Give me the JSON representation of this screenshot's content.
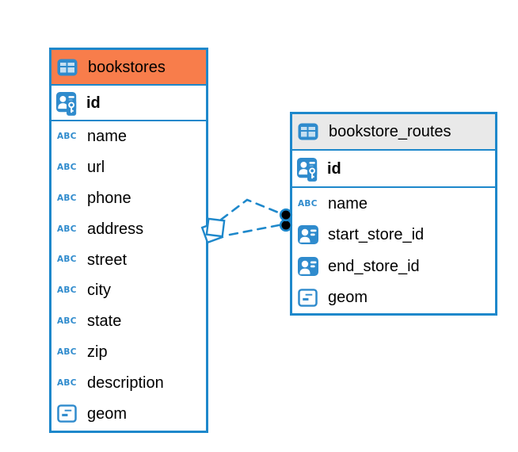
{
  "diagram": {
    "tables": [
      {
        "name": "bookstores",
        "header_color": "#f87d4b",
        "columns": [
          {
            "name": "id",
            "icon": "primary-key-icon"
          },
          {
            "name": "name",
            "icon": "text-type-icon"
          },
          {
            "name": "url",
            "icon": "text-type-icon"
          },
          {
            "name": "phone",
            "icon": "text-type-icon"
          },
          {
            "name": "address",
            "icon": "text-type-icon"
          },
          {
            "name": "street",
            "icon": "text-type-icon"
          },
          {
            "name": "city",
            "icon": "text-type-icon"
          },
          {
            "name": "state",
            "icon": "text-type-icon"
          },
          {
            "name": "zip",
            "icon": "text-type-icon"
          },
          {
            "name": "description",
            "icon": "text-type-icon"
          },
          {
            "name": "geom",
            "icon": "object-type-icon"
          }
        ]
      },
      {
        "name": "bookstore_routes",
        "header_color": "#e9e9e9",
        "columns": [
          {
            "name": "id",
            "icon": "primary-key-icon"
          },
          {
            "name": "name",
            "icon": "text-type-icon"
          },
          {
            "name": "start_store_id",
            "icon": "reference-column-icon"
          },
          {
            "name": "end_store_id",
            "icon": "reference-column-icon"
          },
          {
            "name": "geom",
            "icon": "object-type-icon"
          }
        ]
      }
    ],
    "relationship": {
      "line_style": "dashed",
      "line_count": 2,
      "color": "#1e88cb",
      "source_marker": "stacked-squares",
      "target_marker": "black-dot"
    },
    "icons": {
      "text_type_glyph": "ABC"
    },
    "colors": {
      "accent_blue": "#1e88cb",
      "icon_blue": "#2f8bcd",
      "header_orange": "#f87d4b",
      "header_gray": "#e9e9e9",
      "background": "#ffffff",
      "text": "#000000"
    }
  }
}
